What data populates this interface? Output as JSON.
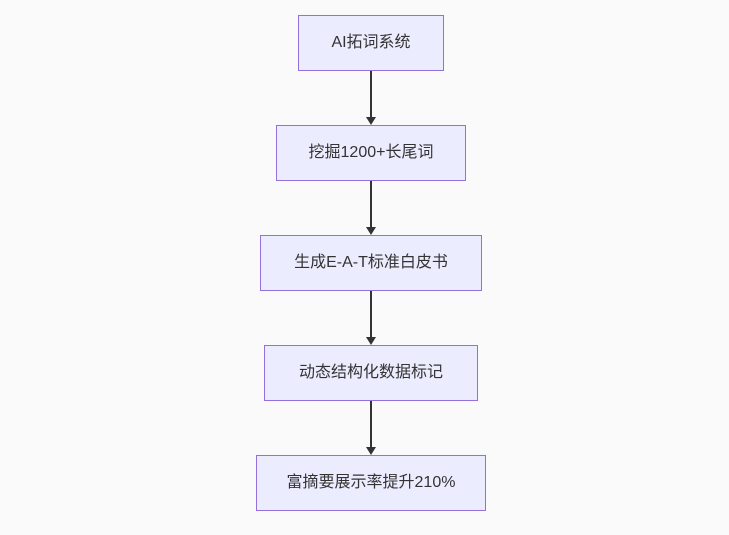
{
  "diagram": {
    "type": "flowchart",
    "direction": "top-down",
    "colors": {
      "background": "#fafafa",
      "node_fill": "#ECECFF",
      "node_border": "#9370DB",
      "text": "#333333",
      "arrow": "#333333"
    },
    "steps": [
      {
        "label": "AI拓词系统"
      },
      {
        "label": "挖掘1200+长尾词"
      },
      {
        "label": "生成E-A-T标准白皮书"
      },
      {
        "label": "动态结构化数据标记"
      },
      {
        "label": "富摘要展示率提升210%"
      }
    ]
  }
}
